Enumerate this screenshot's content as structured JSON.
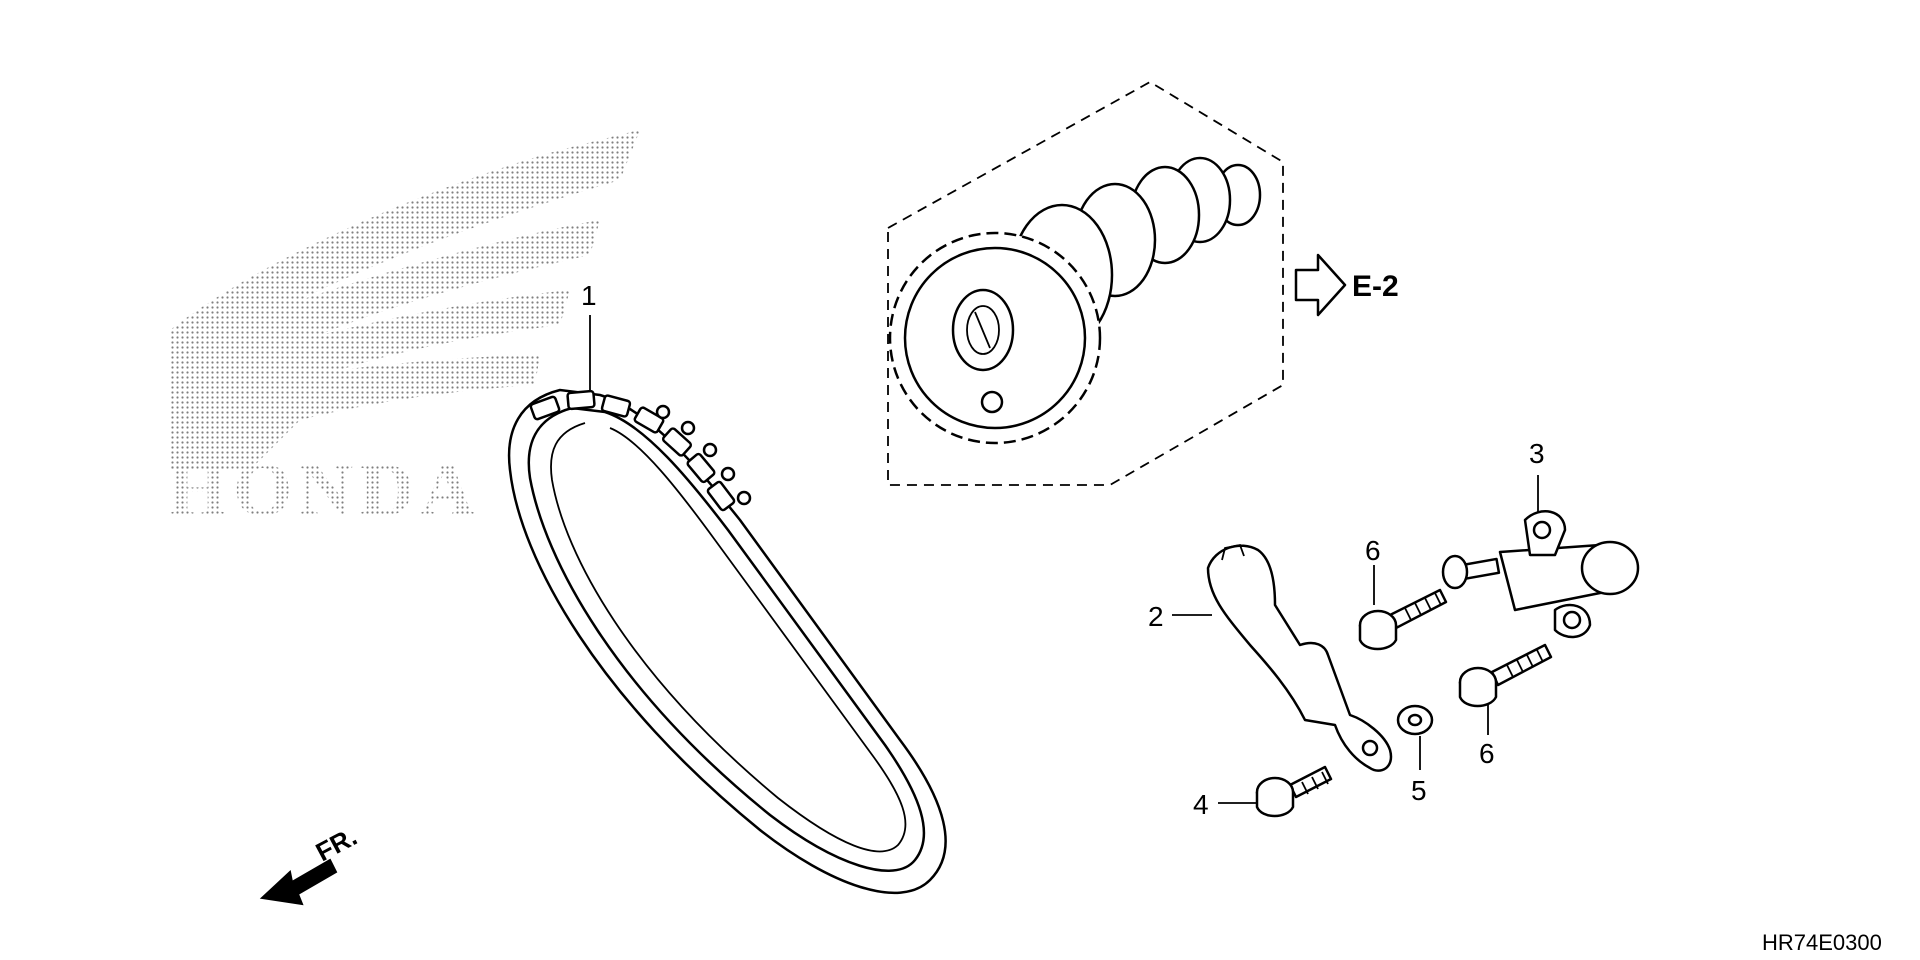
{
  "diagram": {
    "brand_watermark": "HONDA",
    "callouts": [
      {
        "id": "1",
        "label": "1"
      },
      {
        "id": "2",
        "label": "2"
      },
      {
        "id": "3",
        "label": "3"
      },
      {
        "id": "4",
        "label": "4"
      },
      {
        "id": "5",
        "label": "5"
      },
      {
        "id": "6a",
        "label": "6"
      },
      {
        "id": "6b",
        "label": "6"
      }
    ],
    "reference_label": "E-2",
    "direction_label": "FR.",
    "diagram_code": "HR74E0300"
  }
}
